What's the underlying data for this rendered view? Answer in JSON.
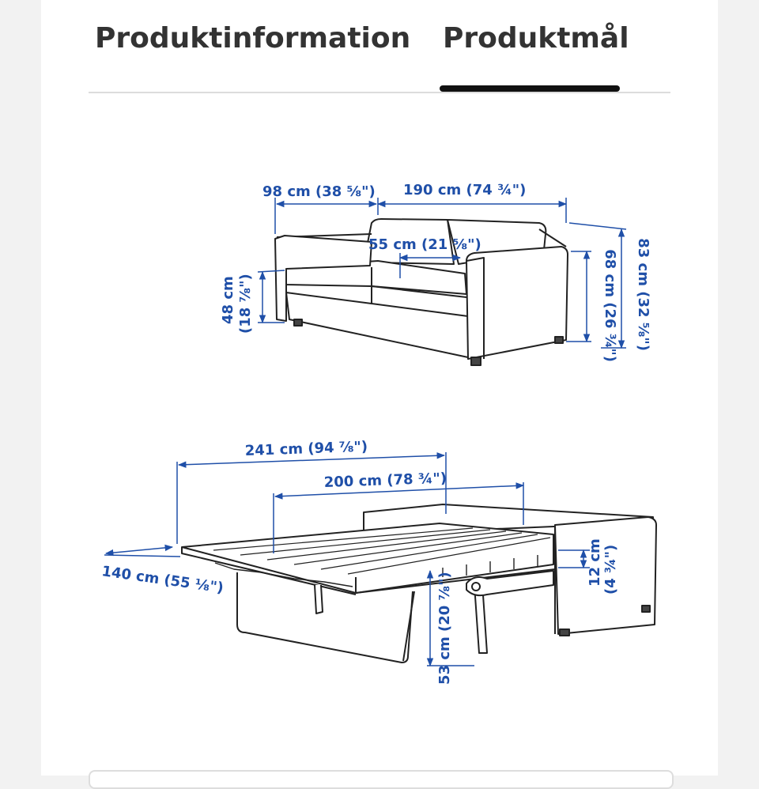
{
  "tabs": [
    {
      "label": "Produktinformation",
      "active": false
    },
    {
      "label": "Produktmål",
      "active": true
    }
  ],
  "sofa": {
    "depth": "98 cm (38 ⅝\")",
    "width": "190 cm (74 ¾\")",
    "seat_depth": "55 cm (21 ⅝\")",
    "seat_height_cm": "48 cm",
    "seat_height_in": "(18 ⅞\")",
    "armrest_height": "68 cm (26 ¾\")",
    "total_height": "83 cm (32 ⅝\")"
  },
  "bed": {
    "total_length": "241 cm (94 ⅞\")",
    "bed_length": "200 cm (78 ¾\")",
    "bed_width": "140 cm (55 ⅛\")",
    "mattress_cm": "12 cm",
    "mattress_in": "(4 ¾\")",
    "bed_height": "53 cm (20 ⅞\")"
  },
  "colors": {
    "dimension": "#1f4fa8",
    "line": "#222222",
    "tab_text": "#333333"
  }
}
